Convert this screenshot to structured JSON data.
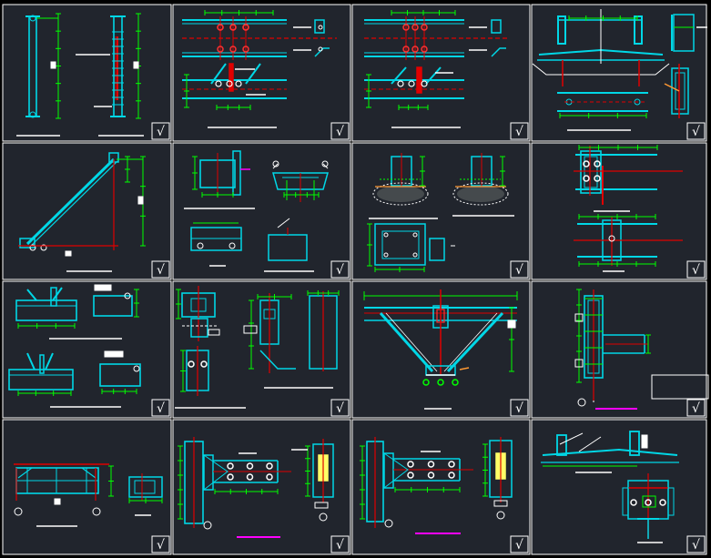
{
  "canvas": {
    "background": "#000000",
    "panel_fill": "#21252d",
    "panel_border": "#ffffff"
  },
  "colors": {
    "steel": "#00d7e6",
    "dimension": "#00ff00",
    "centerline": "#e00000",
    "annotation": "#ffffff",
    "bolt": "#ff3030",
    "highlight": "#ff00ff",
    "accent_orange": "#ff9933",
    "bar_red": "#cc2a2a"
  },
  "sheet": {
    "rows": 4,
    "columns": 4,
    "check_mark": "√"
  },
  "details": [
    {
      "id": "d1-1",
      "subject": "tie rod / bolted column pair"
    },
    {
      "id": "d1-2",
      "subject": "bolted beam splice with bracing lugs"
    },
    {
      "id": "d1-3",
      "subject": "bolted beam splice with bracing lugs"
    },
    {
      "id": "d1-4",
      "subject": "roof beam with purlins and section"
    },
    {
      "id": "d2-1",
      "subject": "diagonal tie rod elevation"
    },
    {
      "id": "d2-2",
      "subject": "column base and lug details"
    },
    {
      "id": "d2-3",
      "subject": "embedded footing details"
    },
    {
      "id": "d2-4",
      "subject": "beam column connection"
    },
    {
      "id": "d3-1",
      "subject": "bracing gusset details"
    },
    {
      "id": "d3-2",
      "subject": "column section details"
    },
    {
      "id": "d3-3",
      "subject": "knee bracing truss"
    },
    {
      "id": "d3-4",
      "subject": "column with beam stub"
    },
    {
      "id": "d4-1",
      "subject": "frame elevation with rollers"
    },
    {
      "id": "d4-2",
      "subject": "beam to column end plate"
    },
    {
      "id": "d4-3",
      "subject": "beam to column end plate"
    },
    {
      "id": "d4-4",
      "subject": "ridge connection and section"
    }
  ]
}
